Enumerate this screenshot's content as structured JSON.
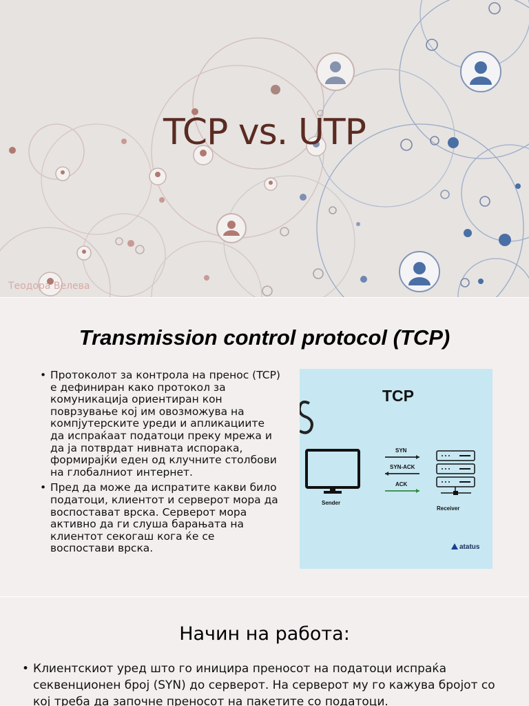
{
  "slide1": {
    "title": "TCP vs. UTP",
    "author": "Теодора Велева"
  },
  "slide2": {
    "title": "Transmission control protocol (TCP)",
    "bullets": [
      "Протоколот за контрола на пренос (TCP) е дефиниран како протокол за комуникација ориентиран кон поврзување кој им овозможува на компјутерските уреди и апликациите да испраќаат податоци преку мрежа и да ја потврдат нивната испорака, формирајќи еден од клучните столбови на глобалниот интернет.",
      "Пред да може да испратите какви било податоци, клиентот и серверот мора да воспоставaт врска. Серверот мора активно да ги слуша барањата на клиентот секогаш кога ќе се воспостави врска."
    ],
    "figure": {
      "title": "TCP",
      "sender": "Sender",
      "receiver": "Receiver",
      "syn": "SYN",
      "syn_ack": "SYN-ACK",
      "ack": "ACK",
      "brand": "atatus",
      "bg_color": "#c7e7f2",
      "ack_color": "#2e8b3e"
    }
  },
  "slide3": {
    "title": "Начин на работа:",
    "bullets": [
      "Клиентскиот уред што го иницира преносот на податоци испраќа секвенционен број (SYN) до серверот. На серверот му го кажува бројот со кој треба да започне преносот на пакетите со податоци."
    ]
  },
  "colors": {
    "title_brown": "#5a2b22",
    "author_pink": "#d9a9a2",
    "network_blue": "#4a6fa5",
    "network_brown": "#b07a72"
  }
}
